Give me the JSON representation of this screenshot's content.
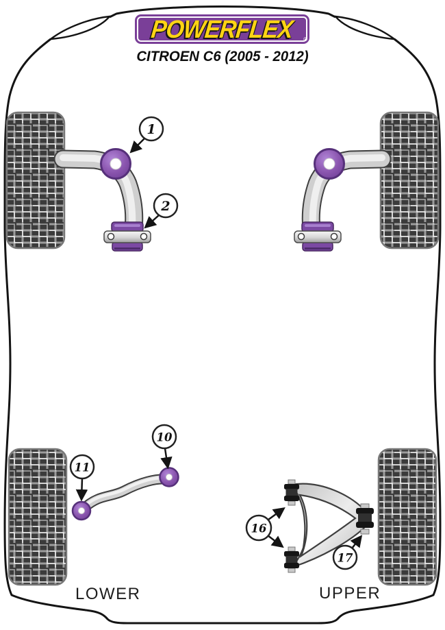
{
  "brand": {
    "logo_text": "POWERFLEX",
    "registered_mark": "®"
  },
  "vehicle": {
    "title": "CITROEN C6 (2005 - 2012)"
  },
  "section_labels": {
    "lower": "LOWER",
    "upper": "UPPER"
  },
  "callouts": {
    "c1": "1",
    "c2": "2",
    "c10": "10",
    "c11": "11",
    "c16": "16",
    "c17": "17"
  },
  "theme": {
    "logo_purple": "#7a3f98",
    "logo_yellow": "#ffd414",
    "bush_purple": "#8a55ae",
    "bush_purple_dark": "#56307a",
    "outline": "#141414",
    "tire_dark": "#3b3b3b",
    "tire_light": "#9c9c9c"
  }
}
